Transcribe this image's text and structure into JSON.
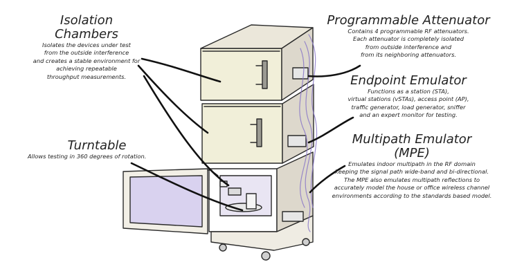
{
  "labels": {
    "isolation": {
      "title_1": "Isolation",
      "title_2": "Chambers",
      "lines": [
        "Isolates the devices under test",
        "from the outside interference",
        "and creates a stable environment for",
        "achieving repeatable",
        "throughput measurements."
      ]
    },
    "attenuator": {
      "title": "Programmable Attenuator",
      "lines": [
        "Contains 4 programmable RF attenuators.",
        "Each attenuator is completely isolated",
        "from outside interference and",
        "from its neighboring attenuators."
      ]
    },
    "endpoint": {
      "title": "Endpoint Emulator",
      "lines": [
        "Functions as a station (STA),",
        "virtual stations (vSTAs), access point (AP),",
        "traffic generator, load generator, sniffer",
        "and an expert monitor for testing."
      ]
    },
    "multipath": {
      "title_1": "Multipath Emulator",
      "title_2": "(MPE)",
      "lines": [
        "Emulates indoor multipath in the RF domain",
        "keeping the signal path wide-band and bi-directional.",
        "The MPE also emulates multipath reflections to",
        "accurately model the house or office wireless channel",
        "environments according to the standards based model."
      ]
    },
    "turntable": {
      "title": "Turntable",
      "lines": [
        "Allows testing in 360 degrees of rotation."
      ]
    }
  }
}
